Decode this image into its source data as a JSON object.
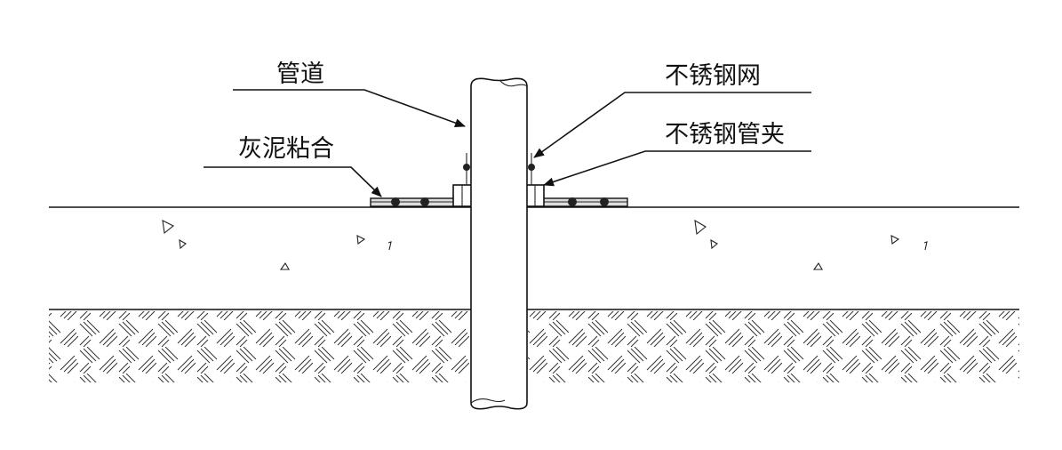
{
  "labels": {
    "pipe": "管道",
    "mortar": "灰泥粘合",
    "mesh": "不锈钢网",
    "clamp": "不锈钢管夹"
  },
  "colors": {
    "line": "#111111",
    "background": "#ffffff",
    "hatch": "#333333"
  }
}
